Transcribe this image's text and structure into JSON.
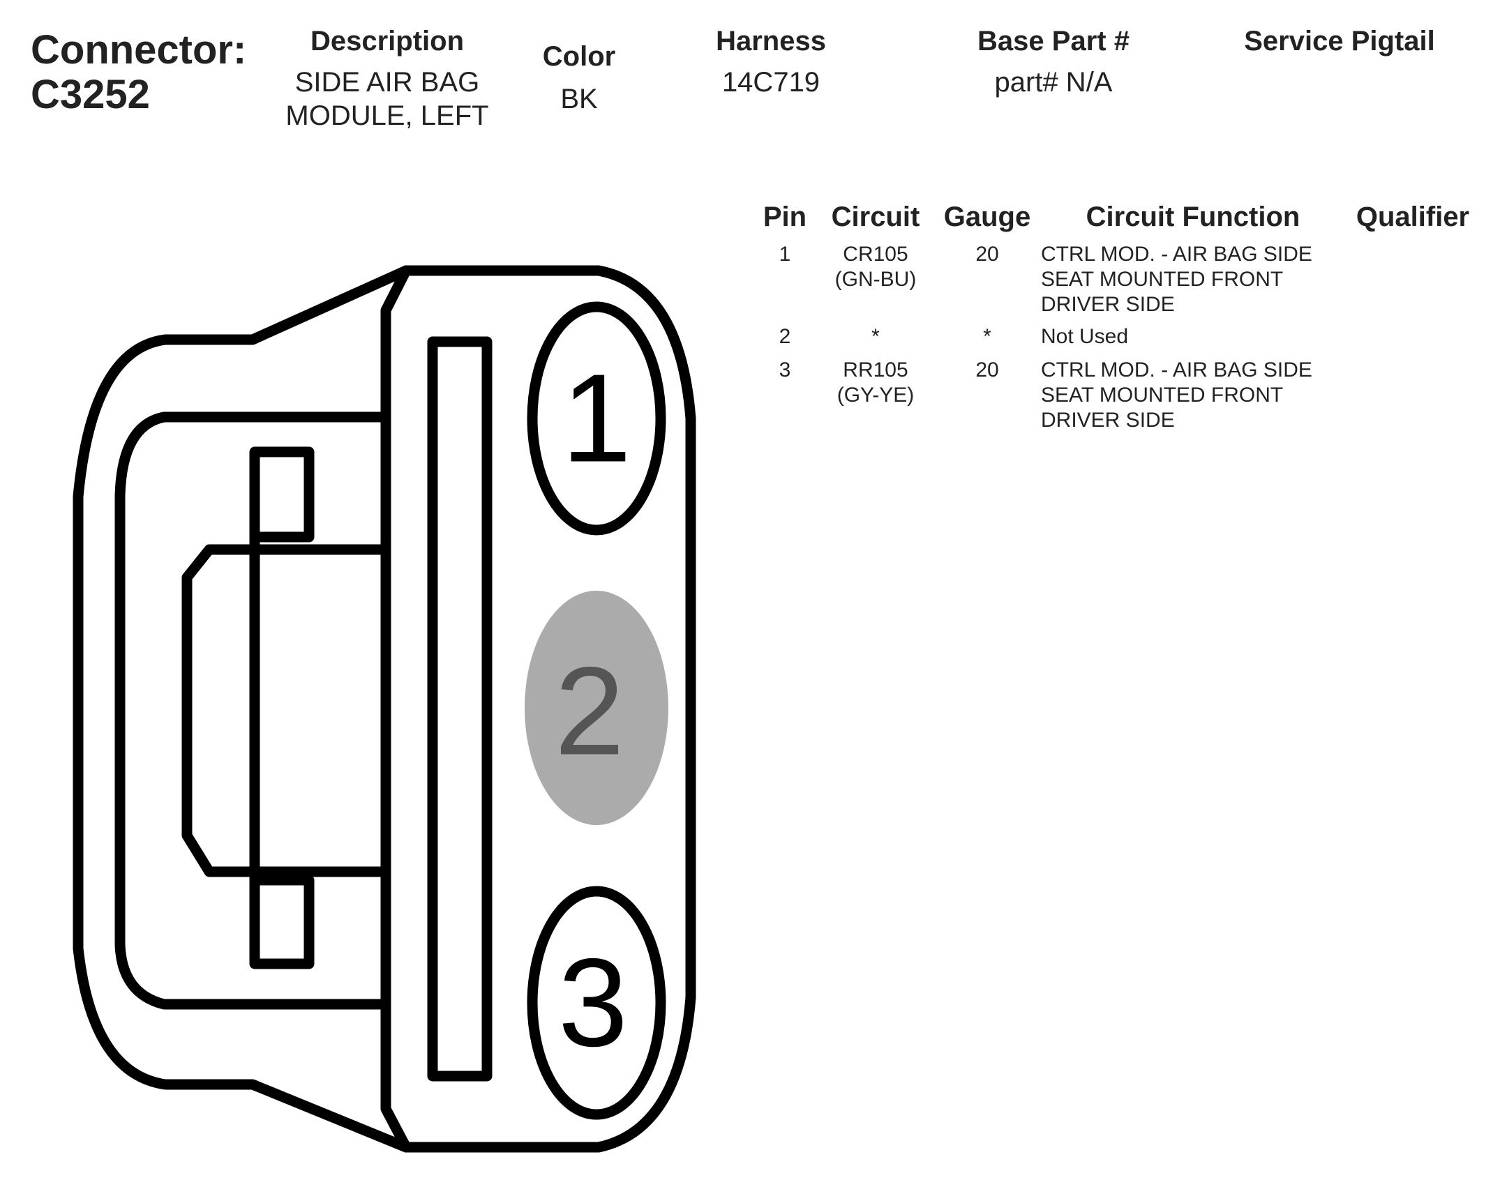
{
  "header": {
    "connector_label": "Connector:",
    "connector_id": "C3252",
    "description_label": "Description",
    "description_line1": "SIDE AIR BAG",
    "description_line2": "MODULE, LEFT",
    "color_label": "Color",
    "color_value": "BK",
    "harness_label": "Harness",
    "harness_value": "14C719",
    "base_part_label": "Base Part #",
    "base_part_value": "part# N/A",
    "service_pigtail_label": "Service Pigtail"
  },
  "table": {
    "columns": [
      "Pin",
      "Circuit",
      "Gauge",
      "Circuit Function",
      "Qualifier"
    ],
    "rows": [
      {
        "pin": "1",
        "circuit": "CR105",
        "circuit_color": "(GN-BU)",
        "gauge": "20",
        "function": [
          "CTRL MOD. - AIR BAG SIDE",
          "SEAT MOUNTED FRONT",
          "DRIVER SIDE"
        ],
        "qualifier": ""
      },
      {
        "pin": "2",
        "circuit": "*",
        "circuit_color": "",
        "gauge": "*",
        "function": [
          "Not Used"
        ],
        "qualifier": ""
      },
      {
        "pin": "3",
        "circuit": "RR105",
        "circuit_color": "(GY-YE)",
        "gauge": "20",
        "function": [
          "CTRL MOD. - AIR BAG SIDE",
          "SEAT MOUNTED FRONT",
          "DRIVER SIDE"
        ],
        "qualifier": ""
      }
    ]
  },
  "diagram": {
    "pins": [
      {
        "label": "1",
        "used": true
      },
      {
        "label": "2",
        "used": false
      },
      {
        "label": "3",
        "used": true
      }
    ],
    "colors": {
      "outline": "#000000",
      "unused_pin_fill": "#ababab",
      "unused_pin_text": "#555555",
      "used_pin_text": "#000000"
    }
  }
}
